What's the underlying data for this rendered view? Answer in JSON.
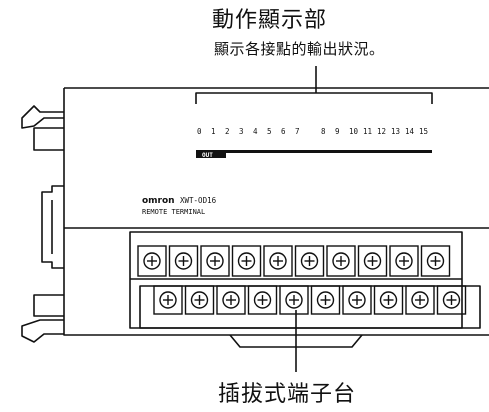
{
  "annotations": {
    "top_title": "動作顯示部",
    "top_subtitle": "顯示各接點的輸出狀況。",
    "bottom_label": "插拔式端子台"
  },
  "device": {
    "led_numbers": [
      "0",
      "1",
      "2",
      "3",
      "4",
      "5",
      "6",
      "7",
      "8",
      "9",
      "10",
      "11",
      "12",
      "13",
      "14",
      "15"
    ],
    "out_label": "OUT",
    "brand": "omron",
    "model": "XWT-OD16",
    "sub_model": "REMOTE TERMINAL"
  }
}
